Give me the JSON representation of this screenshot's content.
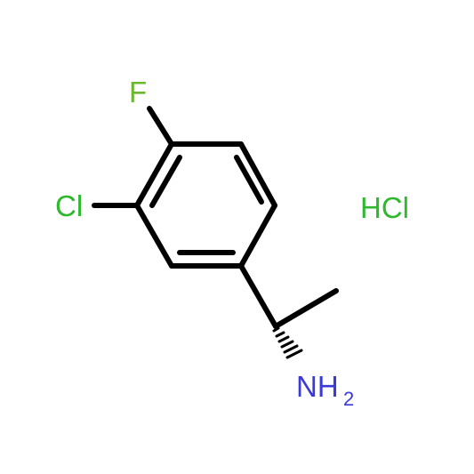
{
  "colors": {
    "bond": "#000000",
    "fluorine": "#6bb82c",
    "chlorine": "#2eb82e",
    "nitrogen": "#3a3ad9",
    "hcl": "#2eb82e",
    "background": "#ffffff"
  },
  "atoms": {
    "fluorine": "F",
    "chlorine": "Cl",
    "amine_n": "NH",
    "amine_h_subscript": "2"
  },
  "salt": {
    "label": "HCl"
  },
  "stereo": {
    "bond_type": "hashed-wedge"
  }
}
